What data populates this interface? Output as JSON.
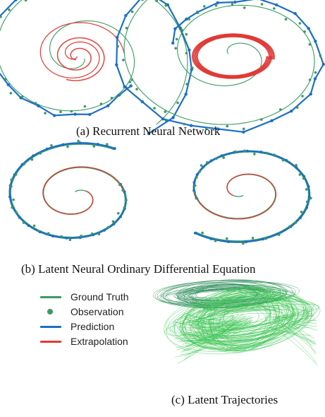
{
  "captions": {
    "a": "(a) Recurrent Neural Network",
    "b": "(b) Latent Neural Ordinary Differential Equation",
    "c": "(c) Latent Trajectories"
  },
  "legend": {
    "ground_truth": "Ground Truth",
    "observation": "Observation",
    "prediction": "Prediction",
    "extrapolation": "Extrapolation"
  },
  "colors": {
    "ground_truth": "#3a9a63",
    "observation": "#3a9a63",
    "prediction": "#1d6fc4",
    "extrapolation": "#e03a35",
    "latent": "#3cc452",
    "latent_dark": "#2e8f5b"
  }
}
